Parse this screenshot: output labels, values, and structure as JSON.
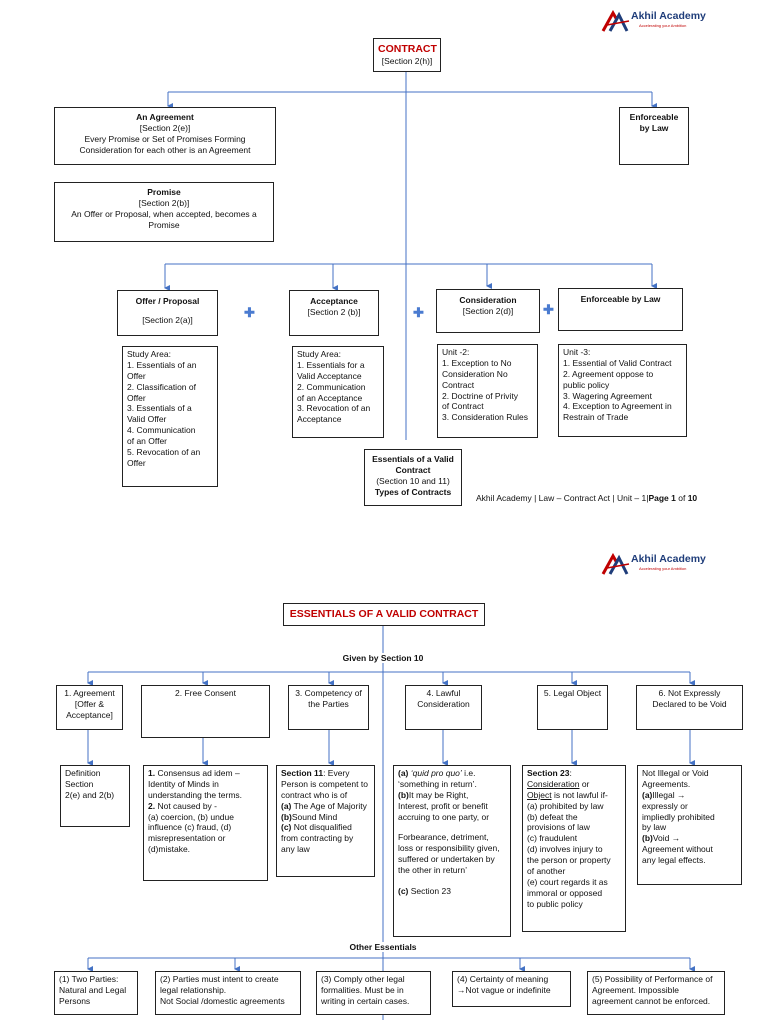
{
  "logo": {
    "name": "Akhil Academy",
    "tagline": "Accelerating your Ambition"
  },
  "page1": {
    "contract": {
      "title": "CONTRACT",
      "section": "[Section 2(h)]"
    },
    "agreement": {
      "title": "An Agreement",
      "section": "[Section 2(e)]",
      "line1": "Every Promise or Set of Promises Forming",
      "line2": "Consideration for each other is an Agreement"
    },
    "enforceable_top": {
      "line1": "Enforceable",
      "line2": "by Law"
    },
    "promise": {
      "title": "Promise",
      "section": "[Section 2(b)]",
      "line1": "An Offer or Proposal, when accepted, becomes a",
      "line2": "Promise"
    },
    "offer": {
      "title": "Offer / Proposal",
      "section": "[Section 2(a)]"
    },
    "acceptance": {
      "title": "Acceptance",
      "section": "[Section 2 (b)]"
    },
    "consideration": {
      "title": "Consideration",
      "section": "[Section 2(d)]"
    },
    "enforceable": {
      "title": "Enforceable by Law"
    },
    "offer_study": [
      "Study Area:",
      "1. Essentials of an",
      "Offer",
      "2. Classification of",
      "Offer",
      "3. Essentials of a",
      "Valid Offer",
      "4. Communication",
      "of an Offer",
      "5. Revocation of an",
      "Offer"
    ],
    "acceptance_study": [
      "Study Area:",
      "1. Essentials for a",
      "Valid Acceptance",
      "2. Communication",
      "of an Acceptance",
      "3. Revocation of an",
      "Acceptance"
    ],
    "unit2": [
      "Unit -2:",
      "1. Exception to No",
      "Consideration No",
      "Contract",
      "2. Doctrine of Privity",
      "of Contract",
      "3. Consideration Rules"
    ],
    "unit3": [
      "Unit -3:",
      "1. Essential of Valid Contract",
      "2. Agreement oppose to",
      "public policy",
      "3. Wagering Agreement",
      "4. Exception to Agreement in",
      "Restrain of Trade"
    ],
    "essentials_box": {
      "line1": "Essentials of a Valid",
      "line2": "Contract",
      "line3": "(Section 10 and 11)",
      "line4": "Types of Contracts"
    },
    "footer": {
      "text": "Akhil Academy | Law – Contract Act | Unit – 1|",
      "page_label": "Page ",
      "page_num": "1",
      "of": " of ",
      "total": "10"
    }
  },
  "page2": {
    "title": "ESSENTIALS OF A VALID CONTRACT",
    "given_by": "Given by Section 10",
    "other_essentials": "Other Essentials",
    "headers": [
      {
        "l1": "1. Agreement",
        "l2": "[Offer &",
        "l3": "Acceptance]"
      },
      {
        "l1": "2. Free Consent"
      },
      {
        "l1": "3. Competency of",
        "l2": "the Parties"
      },
      {
        "l1": "4. Lawful",
        "l2": "Consideration"
      },
      {
        "l1": "5. Legal Object"
      },
      {
        "l1": "6. Not Expressly",
        "l2": "Declared to be Void"
      }
    ],
    "details": {
      "d1": [
        "Definition",
        "Section",
        "2(e) and 2(b)"
      ],
      "d2": {
        "a": "1.",
        "b": " Consensus ad idem –",
        "c": "Identity of Minds in",
        "d": "understanding the terms.",
        "e": "2.",
        "f": " Not caused by -",
        "g": "(a) coercion, (b) undue",
        "h": "influence (c) fraud, (d)",
        "i": "misrepresentation or",
        "j": "(d)mistake."
      },
      "d3": {
        "a": "Section 11",
        "b": ": Every",
        "c": "Person is competent to",
        "d": "contract who is of",
        "e": "(a)",
        "f": " The Age of Majority",
        "g": "(b)",
        "h": "Sound Mind",
        "i": "(c)",
        "j": " Not disqualified",
        "k": "from contracting by",
        "l": "any law"
      },
      "d4": {
        "a": "(a)",
        "b": " ‘quid pro quo’",
        "c": " i.e.",
        "d": "‘something in return’.",
        "e": "(b)",
        "f": "It may be Right,",
        "g": "Interest, profit or benefit",
        "h": "accruing to one party, or",
        "i": "Forbearance, detriment,",
        "j": "loss or responsibility given,",
        "k": "suffered or undertaken by",
        "l": "the other in return’",
        "m": "(c)",
        "n": " Section 23"
      },
      "d5": {
        "a": "Section 23",
        "b": ":",
        "c": "Consideration",
        "d": " or",
        "e": "Object",
        "f": " is not lawful if-",
        "g": "(a) prohibited by law",
        "h": "(b) defeat the",
        "i": "provisions of law",
        "j": "(c) fraudulent",
        "k": "(d) involves injury to",
        "l": "the person or property",
        "m": "of another",
        "n": "(e) court regards it as",
        "o": "immoral or opposed",
        "p": "to public policy"
      },
      "d6": {
        "a": "Not Illegal or Void",
        "b": "Agreements.",
        "c": "(a)",
        "d": "Illegal →",
        "e": "expressly or",
        "f": "impliedly prohibited",
        "g": "by law",
        "h": "(b)",
        "i": "Void →",
        "j": "Agreement without",
        "k": "any legal effects."
      }
    },
    "others": [
      {
        "l1": "(1) Two Parties:",
        "l2": "Natural and Legal",
        "l3": "Persons"
      },
      {
        "l1": "(2) Parties must intent to create",
        "l2": "legal relationship.",
        "l3": "Not Social /domestic agreements"
      },
      {
        "l1": "(3) Comply other legal",
        "l2": "formalities. Must be in",
        "l3": "writing in certain cases."
      },
      {
        "l1": "(4) Certainty of meaning",
        "l2": "→Not vague or indefinite"
      },
      {
        "l1": "(5) Possibility of Performance of",
        "l2": "Agreement. Impossible",
        "l3": "agreement cannot be enforced."
      }
    ]
  }
}
